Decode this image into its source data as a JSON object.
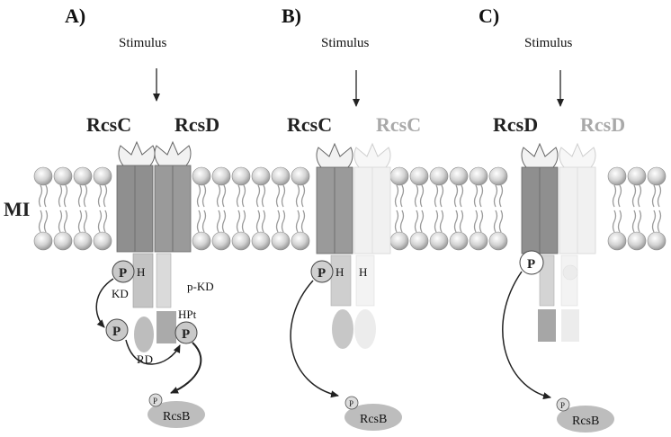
{
  "panels": [
    {
      "letter": "A)",
      "stimulus": "Stimulus",
      "protein_left": "RcsC",
      "protein_right": "RcsD",
      "label_H": "H",
      "label_KD": "KD",
      "label_pKD": "p-KD",
      "label_HPt": "HPt",
      "label_RD": "RD",
      "label_P": "P",
      "label_p_small": "P",
      "label_RcsB": "RcsB"
    },
    {
      "letter": "B)",
      "stimulus": "Stimulus",
      "protein_left": "RcsC",
      "protein_right": "RcsC",
      "label_H": "H",
      "label_H2": "H",
      "label_P": "P",
      "label_p_small": "P",
      "label_RcsB": "RcsB"
    },
    {
      "letter": "C)",
      "stimulus": "Stimulus",
      "protein_left": "RcsD",
      "protein_right": "RcsD",
      "label_P": "P",
      "label_p_small": "P",
      "label_RcsB": "RcsB"
    }
  ],
  "membrane_label": "MI",
  "colors": {
    "dark_protein": "#8a8a8a",
    "mid_protein": "#b5b5b5",
    "light_protein": "#d4d4d4",
    "faded_protein": "#ededed",
    "faded_text": "#a9a9a9",
    "lipid_head": "#d0d0d0"
  }
}
